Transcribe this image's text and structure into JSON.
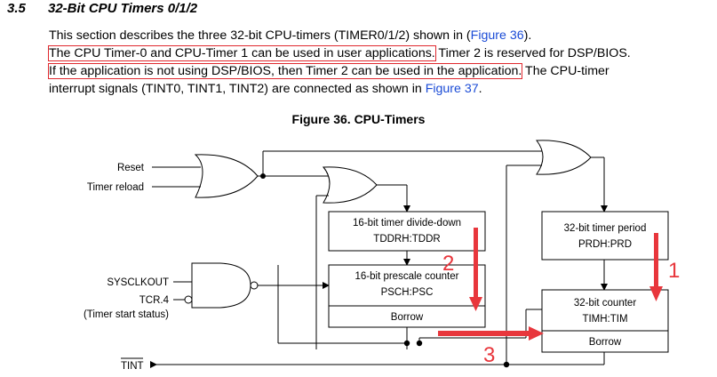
{
  "section": {
    "number": "3.5",
    "title": "32-Bit CPU Timers 0/1/2"
  },
  "paragraph": {
    "line1_pre": "This section describes the three 32-bit CPU-timers (TIMER0/1/2) shown in (",
    "line1_link": "Figure 36",
    "line1_post": ").",
    "line2_boxed": "The CPU Timer-0 and CPU-Timer 1 can be used in user applications.",
    "line2_post": " Timer 2 is reserved for DSP/BIOS.",
    "line3_boxed": "If the application is not using DSP/BIOS, then Timer 2 can be used in the application.",
    "line3_post": " The CPU-timer",
    "line4_pre": "interrupt signals (TINT0, TINT1, TINT2) are connected as shown in ",
    "line4_link": "Figure 37",
    "line4_post": "."
  },
  "figure": {
    "title": "Figure 36. CPU-Timers",
    "inputs": {
      "reset": "Reset",
      "timer_reload": "Timer reload",
      "sysclkout": "SYSCLKOUT",
      "tcr4": "TCR.4",
      "tcr4_note": "(Timer start status)"
    },
    "blocks": {
      "divide_down_title": "16-bit timer divide-down",
      "divide_down_reg": "TDDRH:TDDR",
      "prescale_title": "16-bit prescale counter",
      "prescale_reg": "PSCH:PSC",
      "prescale_borrow": "Borrow",
      "period_title": "32-bit timer period",
      "period_reg": "PRDH:PRD",
      "counter_title": "32-bit counter",
      "counter_reg": "TIMH:TIM",
      "counter_borrow": "Borrow"
    },
    "output_label": "TINT",
    "annotations": {
      "one": "1",
      "two": "2",
      "three": "3",
      "color": "#e8363c"
    }
  }
}
